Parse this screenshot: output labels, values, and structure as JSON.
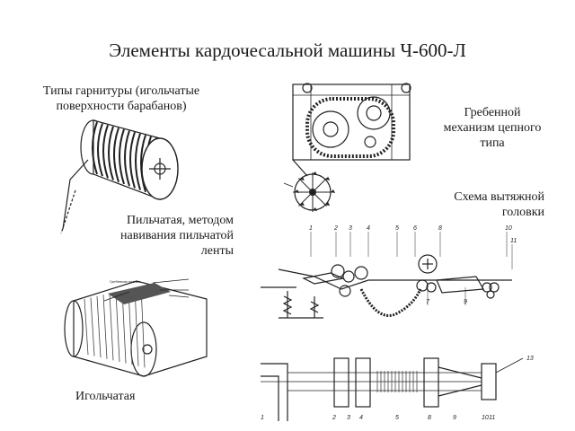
{
  "slide": {
    "title": "Элементы кардочесальной машины Ч-600-Л"
  },
  "captions": {
    "clothing_types": "Типы гарнитуры (игольчатые поверхности барабанов)",
    "saw_tooth": "Пильчатая, методом навивания пильчатой ленты",
    "needle": "Игольчатая",
    "comb_mechanism": "Гребенной механизм цепного типа",
    "drafting_head": "Схема вытяжной головки"
  },
  "figures": {
    "drafting_numbers": [
      "1",
      "2",
      "3",
      "4",
      "5",
      "6",
      "7",
      "8",
      "9",
      "10",
      "11"
    ],
    "bottom_numbers": [
      "1",
      "2",
      "3",
      "4",
      "5",
      "8",
      "9",
      "10",
      "11"
    ]
  }
}
